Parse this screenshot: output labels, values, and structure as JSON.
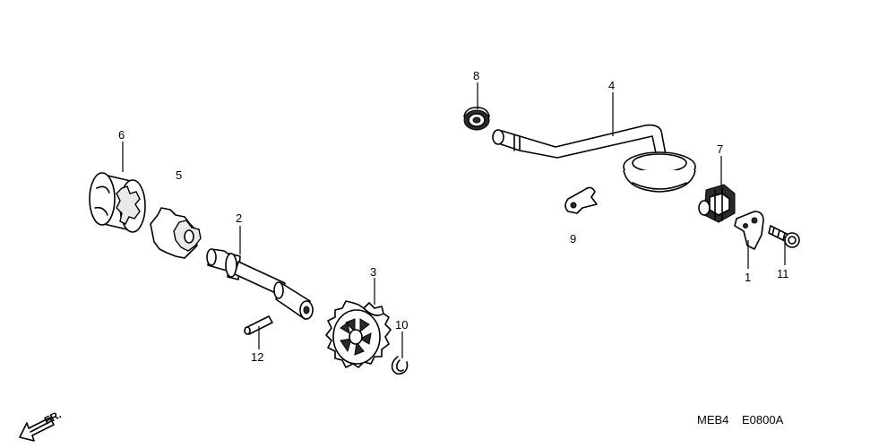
{
  "diagram": {
    "callouts": {
      "c1": "1",
      "c2": "2",
      "c3": "3",
      "c4": "4",
      "c5": "5",
      "c6": "6",
      "c7": "7",
      "c8": "8",
      "c9": "9",
      "c10": "10",
      "c11": "11",
      "c12": "12"
    },
    "direction_label": "FR.",
    "codes": {
      "model": "MEB4",
      "figure": "E0800A"
    }
  }
}
